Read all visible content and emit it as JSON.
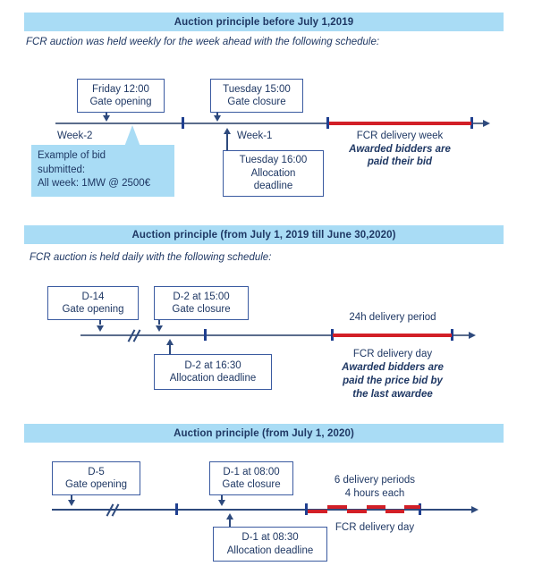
{
  "sections": [
    {
      "id": "before-july-2019",
      "title": "Auction principle before July 1,2019",
      "intro": "FCR auction was held weekly for the week ahead with the following schedule:",
      "boxes": [
        {
          "name": "gate-opening-box",
          "lines": [
            "Friday 12:00",
            "Gate opening"
          ]
        },
        {
          "name": "gate-closure-box",
          "lines": [
            "Tuesday 15:00",
            "Gate closure"
          ]
        },
        {
          "name": "allocation-deadline-box",
          "lines": [
            "Tuesday 16:00",
            "Allocation",
            "deadline"
          ]
        }
      ],
      "axis_labels": [
        {
          "name": "week-minus-2-label",
          "text": "Week-2"
        },
        {
          "name": "week-minus-1-label",
          "text": "Week-1"
        }
      ],
      "delivery": {
        "name": "fcr-delivery-week-label",
        "title": "FCR delivery week",
        "emphasis": [
          "Awarded bidders are",
          "paid their bid"
        ]
      },
      "callout": {
        "name": "example-bid-callout",
        "lines": [
          "Example of bid",
          "submitted:",
          "All week: 1MW @ 2500€"
        ]
      }
    },
    {
      "id": "july-2019-to-june-2020",
      "title": "Auction principle (from July 1, 2019 till June 30,2020)",
      "intro": "FCR auction is held daily with the following schedule:",
      "boxes": [
        {
          "name": "gate-opening-box",
          "lines": [
            "D-14",
            "Gate opening"
          ]
        },
        {
          "name": "gate-closure-box",
          "lines": [
            "D-2 at 15:00",
            "Gate closure"
          ]
        },
        {
          "name": "allocation-deadline-box",
          "lines": [
            "D-2 at 16:30",
            "Allocation deadline"
          ]
        }
      ],
      "period_label": {
        "name": "delivery-period-label",
        "text": "24h delivery period"
      },
      "delivery": {
        "name": "fcr-delivery-day-label",
        "title": "FCR delivery day",
        "emphasis": [
          "Awarded bidders are",
          "paid the price bid by",
          "the last awardee"
        ]
      }
    },
    {
      "id": "from-july-2020",
      "title": "Auction principle (from July 1, 2020)",
      "intro": "",
      "boxes": [
        {
          "name": "gate-opening-box",
          "lines": [
            "D-5",
            "Gate opening"
          ]
        },
        {
          "name": "gate-closure-box",
          "lines": [
            "D-1 at 08:00",
            "Gate closure"
          ]
        },
        {
          "name": "allocation-deadline-box",
          "lines": [
            "D-1 at 08:30",
            "Allocation deadline"
          ]
        }
      ],
      "period_label": {
        "name": "delivery-periods-label",
        "lines": [
          "6 delivery periods",
          "4 hours each"
        ]
      },
      "delivery": {
        "name": "fcr-delivery-day-label",
        "title": "FCR delivery day"
      }
    }
  ],
  "colors": {
    "band": "#A9DCF5",
    "text": "#1F3864",
    "axis": "#5A6C8C",
    "red": "#D21F27",
    "box_border": "#3A5AA0"
  }
}
